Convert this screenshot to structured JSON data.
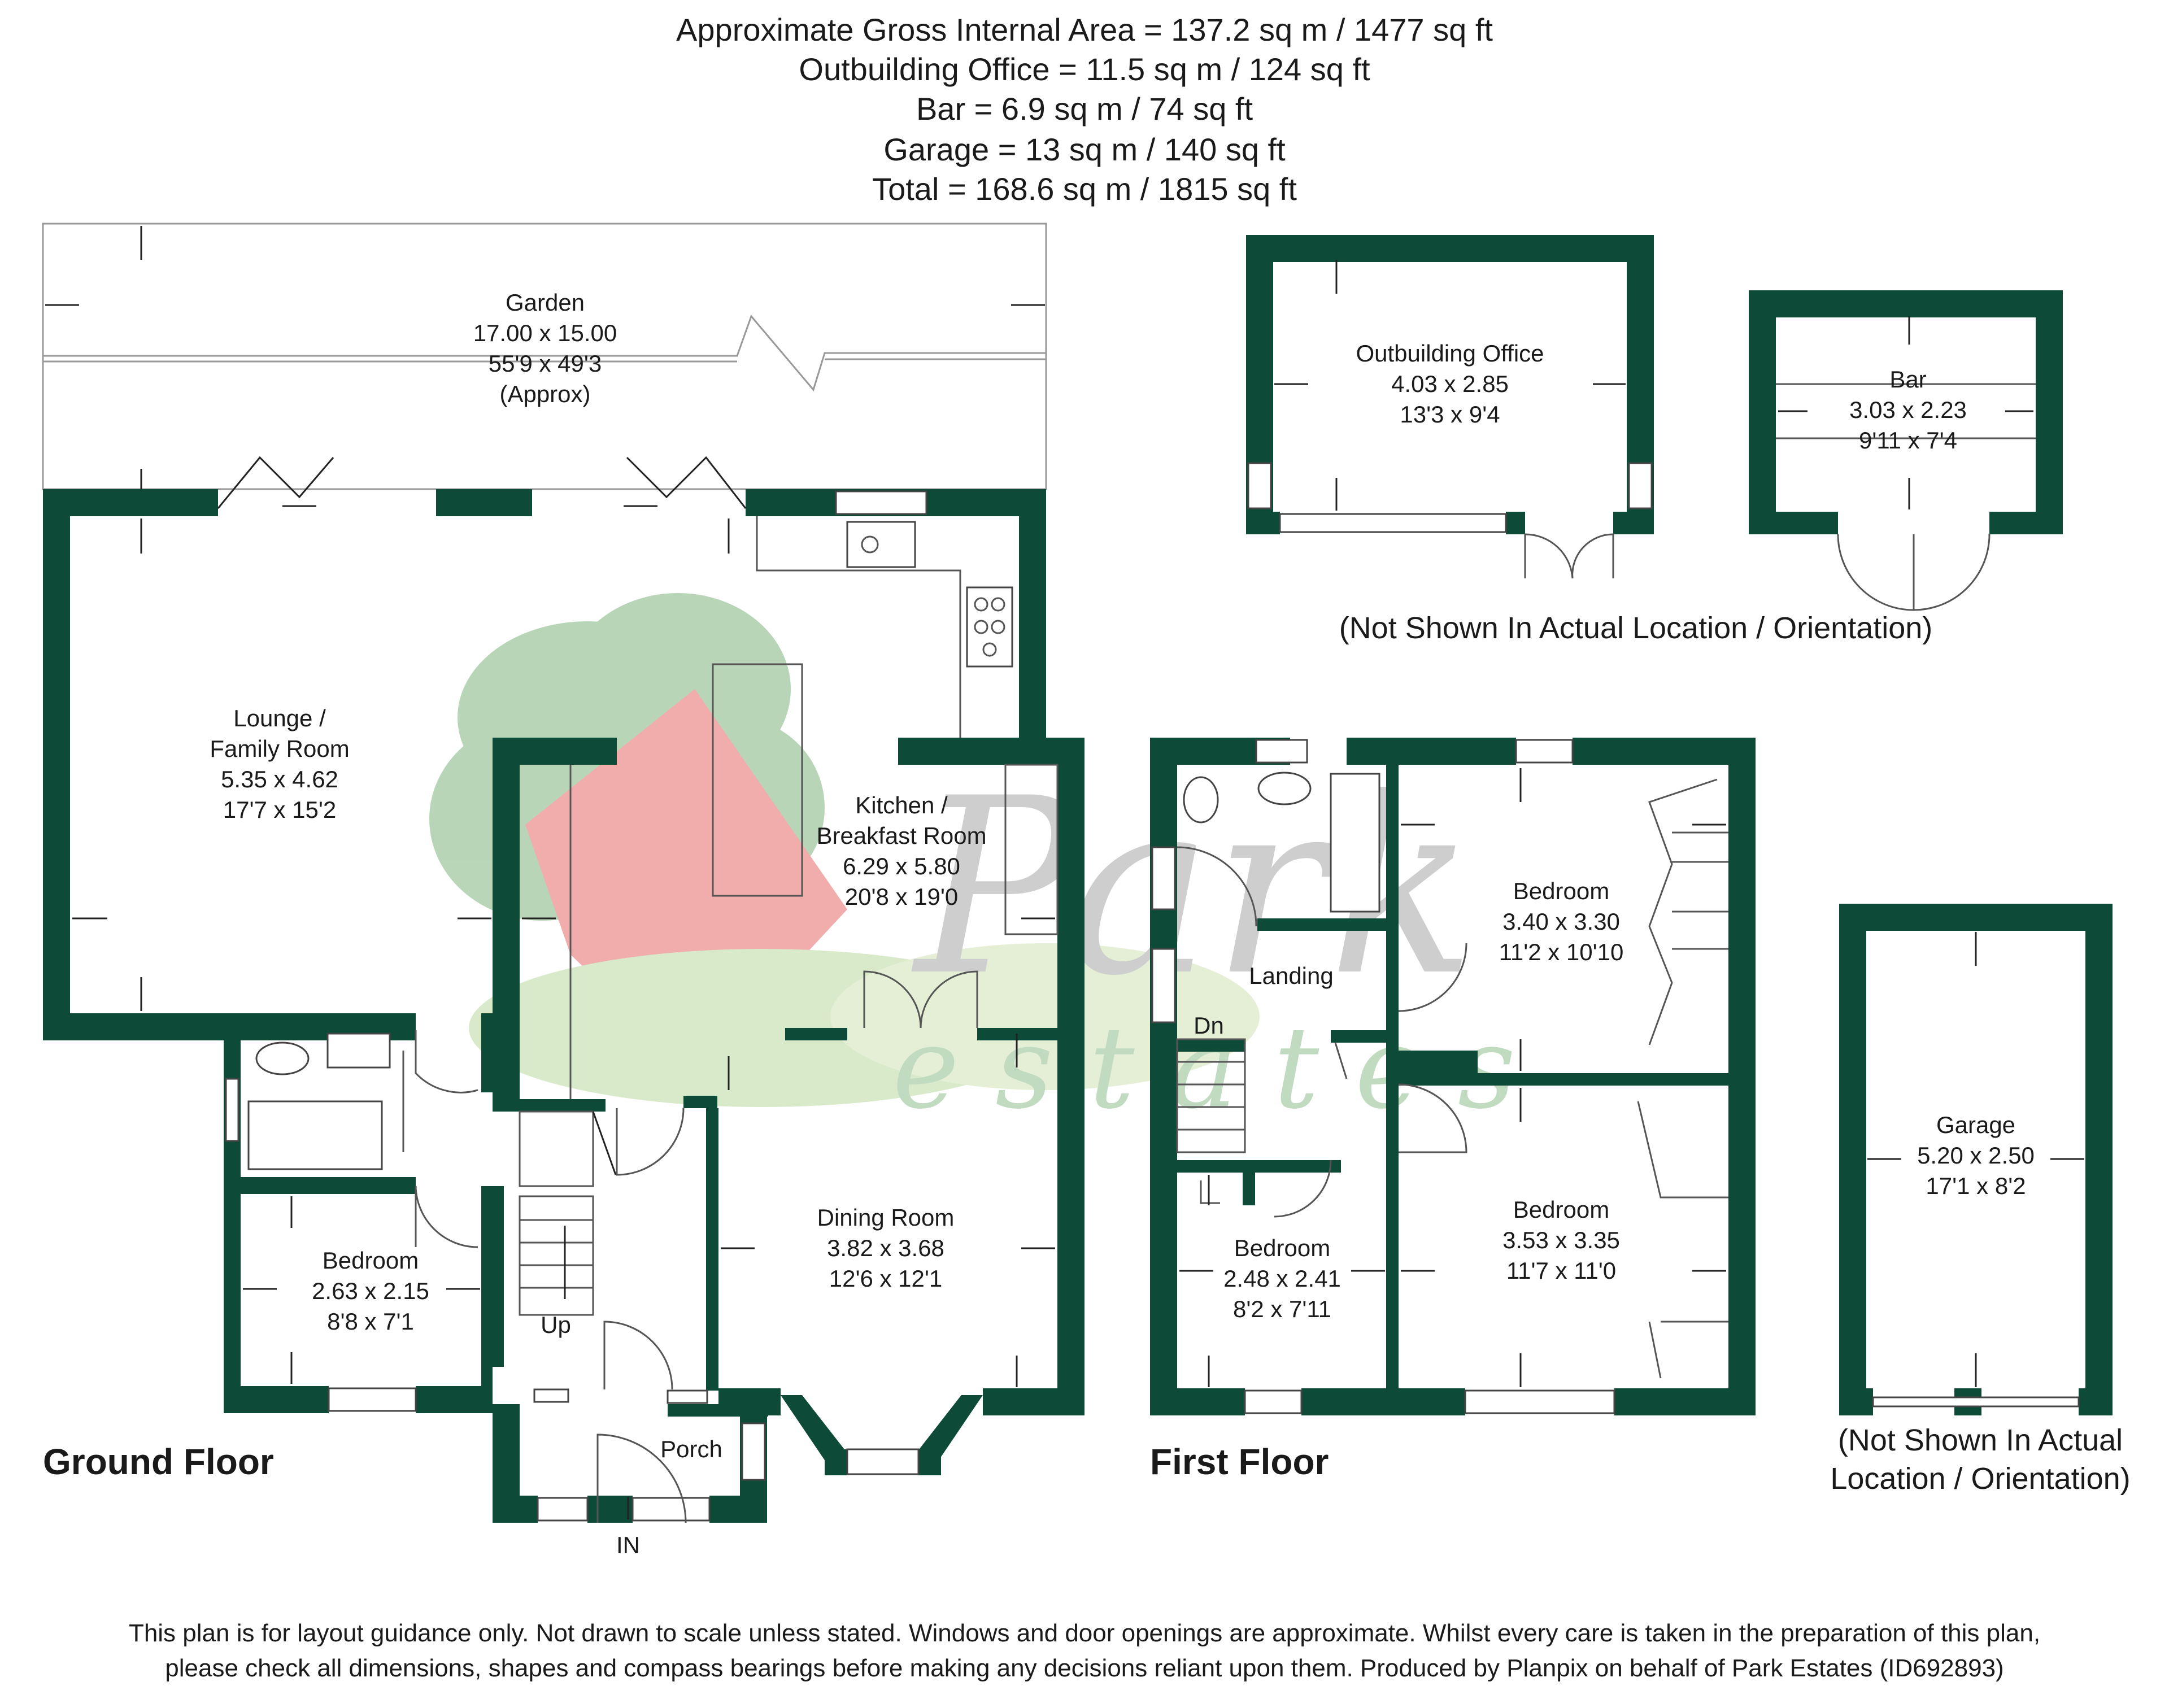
{
  "header": {
    "line1": "Approximate Gross Internal Area = 137.2 sq m / 1477 sq ft",
    "line2": "Outbuilding Office = 11.5 sq m / 124 sq ft",
    "line3": "Bar = 6.9 sq m / 74 sq ft",
    "line4": "Garage = 13 sq m / 140 sq ft",
    "line5": "Total = 168.6 sq m / 1815 sq ft"
  },
  "floors": {
    "ground": "Ground Floor",
    "first": "First Floor"
  },
  "rooms": {
    "garden": {
      "name": "Garden",
      "metric": "17.00 x 15.00",
      "imperial": "55'9 x 49'3",
      "note": "(Approx)"
    },
    "lounge": {
      "name1": "Lounge /",
      "name2": "Family Room",
      "metric": "5.35 x 4.62",
      "imperial": "17'7 x 15'2"
    },
    "kitchen": {
      "name1": "Kitchen /",
      "name2": "Breakfast Room",
      "metric": "6.29 x 5.80",
      "imperial": "20'8 x 19'0"
    },
    "dining": {
      "name": "Dining Room",
      "metric": "3.82 x 3.68",
      "imperial": "12'6 x 12'1"
    },
    "gf_bedroom": {
      "name": "Bedroom",
      "metric": "2.63 x 2.15",
      "imperial": "8'8 x 7'1"
    },
    "porch": {
      "name": "Porch"
    },
    "up": "Up",
    "in": "IN",
    "landing": "Landing",
    "dn": "Dn",
    "ff_bedroom1": {
      "name": "Bedroom",
      "metric": "3.40 x 3.30",
      "imperial": "11'2 x 10'10"
    },
    "ff_bedroom2": {
      "name": "Bedroom",
      "metric": "3.53 x 3.35",
      "imperial": "11'7 x 11'0"
    },
    "ff_bedroom3": {
      "name": "Bedroom",
      "metric": "2.48 x 2.41",
      "imperial": "8'2 x 7'11"
    },
    "office": {
      "name": "Outbuilding Office",
      "metric": "4.03 x 2.85",
      "imperial": "13'3 x 9'4"
    },
    "bar": {
      "name": "Bar",
      "metric": "3.03 x 2.23",
      "imperial": "9'11 x 7'4"
    },
    "garage": {
      "name": "Garage",
      "metric": "5.20 x 2.50",
      "imperial": "17'1 x 8'2"
    }
  },
  "notes": {
    "outbuildings": "(Not Shown In Actual Location / Orientation)",
    "garage1": "(Not Shown In Actual",
    "garage2": "Location / Orientation)"
  },
  "watermark": {
    "brand": "Park",
    "sub": "e s t a t e s"
  },
  "disclaimer": {
    "line1": "This plan is for layout guidance only. Not drawn to scale unless stated. Windows and door openings are approximate. Whilst every care is taken in the preparation of this plan,",
    "line2": "please check all dimensions, shapes and compass bearings before making any decisions reliant upon them. Produced by Planpix on behalf of Park Estates (ID692893)"
  },
  "colors": {
    "wall": "#0d4a37",
    "watermark_green": "#9cc59c",
    "watermark_red": "#e88a8a"
  }
}
